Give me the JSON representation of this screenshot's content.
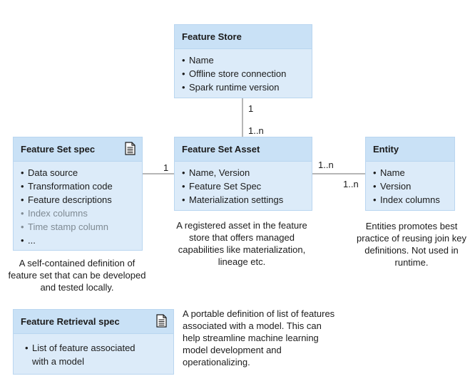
{
  "feature_store": {
    "title": "Feature Store",
    "items": [
      "Name",
      "Offline store connection",
      "Spark runtime version"
    ]
  },
  "feature_set_spec": {
    "title": "Feature Set spec",
    "items": [
      "Data source",
      "Transformation code",
      "Feature descriptions"
    ],
    "muted_items": [
      "Index columns",
      "Time stamp column",
      "..."
    ],
    "caption": "A self-contained definition of feature set that can be developed and tested locally."
  },
  "feature_set_asset": {
    "title": "Feature Set Asset",
    "items": [
      "Name, Version",
      "Feature Set Spec",
      "Materialization settings"
    ],
    "caption": "A registered asset in the feature store that offers managed capabilities like materialization, lineage etc."
  },
  "entity": {
    "title": "Entity",
    "items": [
      "Name",
      "Version",
      "Index columns"
    ],
    "caption": "Entities promotes best practice of reusing join key definitions. Not used in runtime."
  },
  "feature_retrieval_spec": {
    "title": "Feature Retrieval spec",
    "items": [
      "List of feature associated with a model"
    ],
    "caption": "A portable definition of list of features associated with a model. This can help streamline machine learning model development and operationalizing."
  },
  "multiplicities": {
    "store_to_asset_top": "1",
    "store_to_asset_bottom": "1..n",
    "spec_to_asset": "1",
    "asset_to_entity_left": "1..n",
    "asset_to_entity_right": "1..n"
  },
  "bullet": "•",
  "icons": [
    "document-icon"
  ],
  "colors": {
    "box_fill": "#dcebf9",
    "box_header": "#c9e1f6",
    "box_border": "#b9d6f0",
    "connector": "#6e6e6e",
    "muted_text": "#7f8a93"
  }
}
